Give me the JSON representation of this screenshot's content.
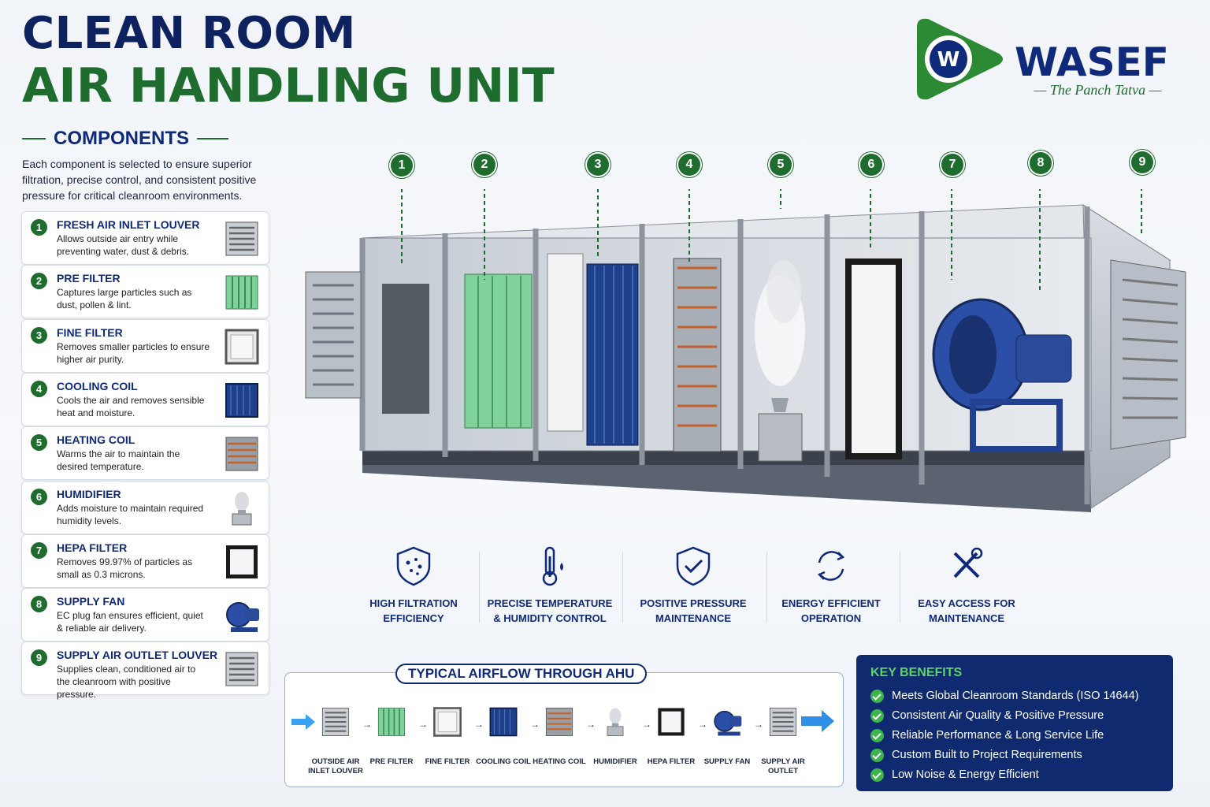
{
  "header": {
    "title_line1": "CLEAN ROOM",
    "title_line2": "AIR HANDLING UNIT"
  },
  "brand": {
    "name": "WASEF",
    "tagline": "The Panch Tatva",
    "primary_color": "#0f2a7a",
    "accent_color": "#1f6d2e"
  },
  "components": {
    "heading": "COMPONENTS",
    "intro": "Each component is selected to ensure superior filtration, precise control, and consistent positive pressure for critical cleanroom environments.",
    "items": [
      {
        "num": "1",
        "title": "FRESH AIR INLET LOUVER",
        "desc": "Allows outside air entry while preventing water, dust & debris.",
        "icon": "louver-icon"
      },
      {
        "num": "2",
        "title": "PRE FILTER",
        "desc": "Captures large particles such as dust, pollen & lint.",
        "icon": "pre-filter-icon"
      },
      {
        "num": "3",
        "title": "FINE FILTER",
        "desc": "Removes smaller particles to ensure higher air purity.",
        "icon": "fine-filter-icon"
      },
      {
        "num": "4",
        "title": "COOLING COIL",
        "desc": "Cools the air and removes sensible heat and moisture.",
        "icon": "cooling-coil-icon"
      },
      {
        "num": "5",
        "title": "HEATING COIL",
        "desc": "Warms the air to maintain the desired temperature.",
        "icon": "heating-coil-icon"
      },
      {
        "num": "6",
        "title": "HUMIDIFIER",
        "desc": "Adds moisture to maintain required humidity levels.",
        "icon": "humidifier-icon"
      },
      {
        "num": "7",
        "title": "HEPA FILTER",
        "desc": "Removes 99.97% of particles as small as 0.3 microns.",
        "icon": "hepa-filter-icon"
      },
      {
        "num": "8",
        "title": "SUPPLY FAN",
        "desc": "EC plug fan ensures efficient, quiet & reliable air delivery.",
        "icon": "supply-fan-icon"
      },
      {
        "num": "9",
        "title": "SUPPLY AIR OUTLET LOUVER",
        "desc": "Supplies clean, conditioned air to the cleanroom with positive pressure.",
        "icon": "outlet-louver-icon"
      }
    ]
  },
  "diagram_markers": [
    "1",
    "2",
    "3",
    "4",
    "5",
    "6",
    "7",
    "8",
    "9"
  ],
  "features": [
    {
      "line1": "HIGH FILTRATION",
      "line2": "EFFICIENCY",
      "icon": "shield-particles-icon"
    },
    {
      "line1": "PRECISE TEMPERATURE",
      "line2": "& HUMIDITY CONTROL",
      "icon": "thermometer-icon"
    },
    {
      "line1": "POSITIVE PRESSURE",
      "line2": "MAINTENANCE",
      "icon": "shield-check-icon"
    },
    {
      "line1": "ENERGY EFFICIENT",
      "line2": "OPERATION",
      "icon": "recycle-icon"
    },
    {
      "line1": "EASY ACCESS FOR",
      "line2": "MAINTENANCE",
      "icon": "tools-icon"
    }
  ],
  "airflow": {
    "title": "TYPICAL AIRFLOW THROUGH AHU",
    "steps": [
      {
        "line1": "OUTSIDE AIR",
        "line2": "INLET LOUVER"
      },
      {
        "line1": "PRE FILTER",
        "line2": ""
      },
      {
        "line1": "FINE FILTER",
        "line2": ""
      },
      {
        "line1": "COOLING COIL",
        "line2": ""
      },
      {
        "line1": "HEATING COIL",
        "line2": ""
      },
      {
        "line1": "HUMIDIFIER",
        "line2": ""
      },
      {
        "line1": "HEPA FILTER",
        "line2": ""
      },
      {
        "line1": "SUPPLY FAN",
        "line2": ""
      },
      {
        "line1": "SUPPLY AIR",
        "line2": "OUTLET"
      }
    ]
  },
  "benefits": {
    "title": "KEY BENEFITS",
    "items": [
      "Meets Global Cleanroom Standards (ISO 14644)",
      "Consistent Air Quality & Positive Pressure",
      "Reliable Performance & Long Service Life",
      "Custom Built to Project Requirements",
      "Low Noise & Energy Efficient"
    ]
  }
}
